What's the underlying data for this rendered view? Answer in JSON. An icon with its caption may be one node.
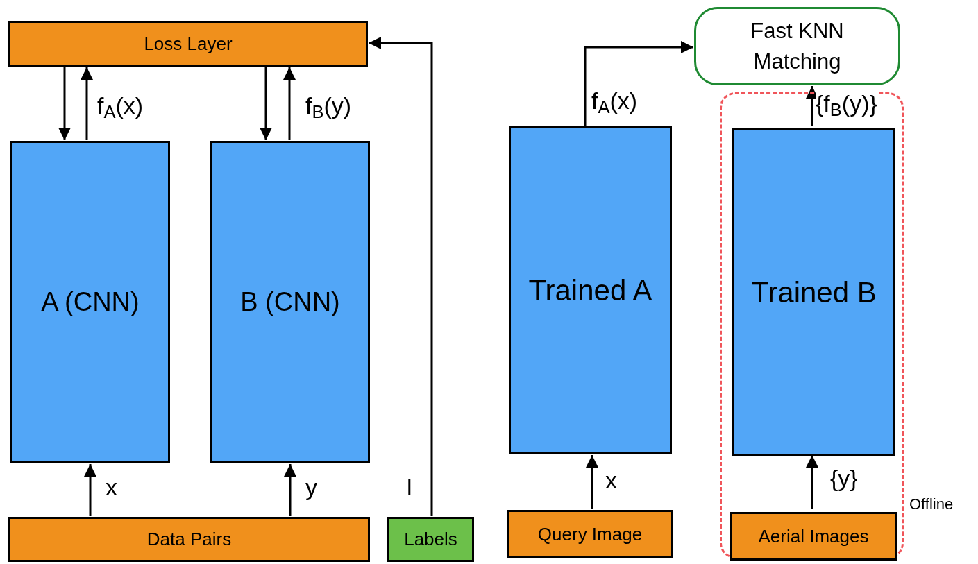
{
  "diagram": {
    "nodes": [
      {
        "text": [
          "Loss Layer"
        ]
      },
      {
        "text": [
          "A (CNN)"
        ]
      },
      {
        "text": [
          "B (CNN)"
        ]
      },
      {
        "text": [
          "Data Pairs"
        ]
      },
      {
        "text": [
          "Labels"
        ]
      },
      {
        "text": [
          "Fast KNN Matching"
        ]
      },
      {
        "text": [],
        "shape": "box",
        "beside": [
          "Offline"
        ]
      },
      {
        "text": [
          "Trained A"
        ]
      },
      {
        "text": [
          "Query Image"
        ]
      },
      {
        "text": [
          "Trained B"
        ],
        "in": 6
      },
      {
        "text": [
          "Aerial Images"
        ],
        "in": 6
      }
    ],
    "edges": [
      {
        "from": 0,
        "to": 1,
        "arrow": "to"
      },
      {
        "from": 1,
        "to": 0,
        "arrow": "to",
        "label": "f$_{A}$(x)"
      },
      {
        "from": 0,
        "to": 2,
        "arrow": "to"
      },
      {
        "from": 2,
        "to": 0,
        "arrow": "to",
        "label": "f$_{B}$(y)"
      },
      {
        "from": 3,
        "to": 1,
        "arrow": "to",
        "label": "x"
      },
      {
        "from": 3,
        "to": 2,
        "arrow": "to",
        "label": "y"
      },
      {
        "from": 4,
        "to": 0,
        "arrow": "to",
        "label": "l"
      },
      {
        "from": 7,
        "to": 5,
        "arrow": "to",
        "label": "f$_{A}$(x)"
      },
      {
        "from": 9,
        "to": 5,
        "arrow": "to",
        "label": "{f$_{B}$(y)}"
      },
      {
        "from": 8,
        "to": 7,
        "arrow": "to",
        "label": "x"
      },
      {
        "from": 10,
        "to": 9,
        "arrow": "to",
        "label": "{y}"
      }
    ]
  }
}
